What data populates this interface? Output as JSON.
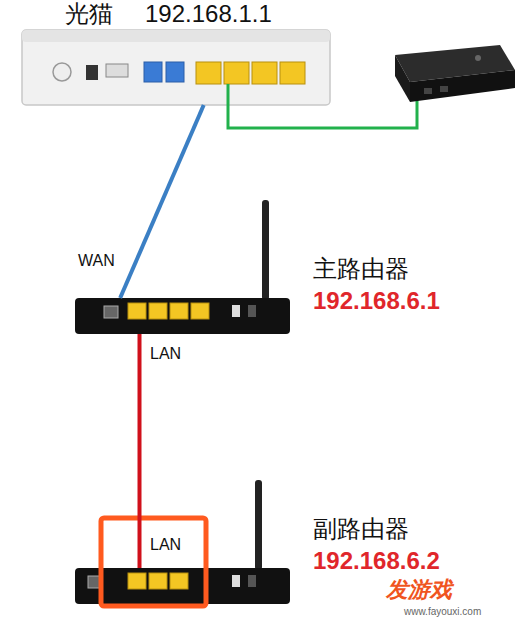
{
  "diagram": {
    "nodes": [
      {
        "text": [
          "光猫",
          "192.168.1.1"
        ]
      },
      {
        "text": [
          "主路由器",
          "192.168.6.1"
        ]
      },
      {
        "text": [
          "副路由器",
          "192.168.6.2"
        ]
      }
    ],
    "edges": [
      {
        "from": 0,
        "to": 1,
        "arrow": "none"
      },
      {
        "from": 1,
        "to": 2,
        "arrow": "none"
      }
    ],
    "labels": [
      "WAN",
      "LAN",
      "LAN",
      "发游戏",
      "www.fayouxi.com"
    ]
  }
}
